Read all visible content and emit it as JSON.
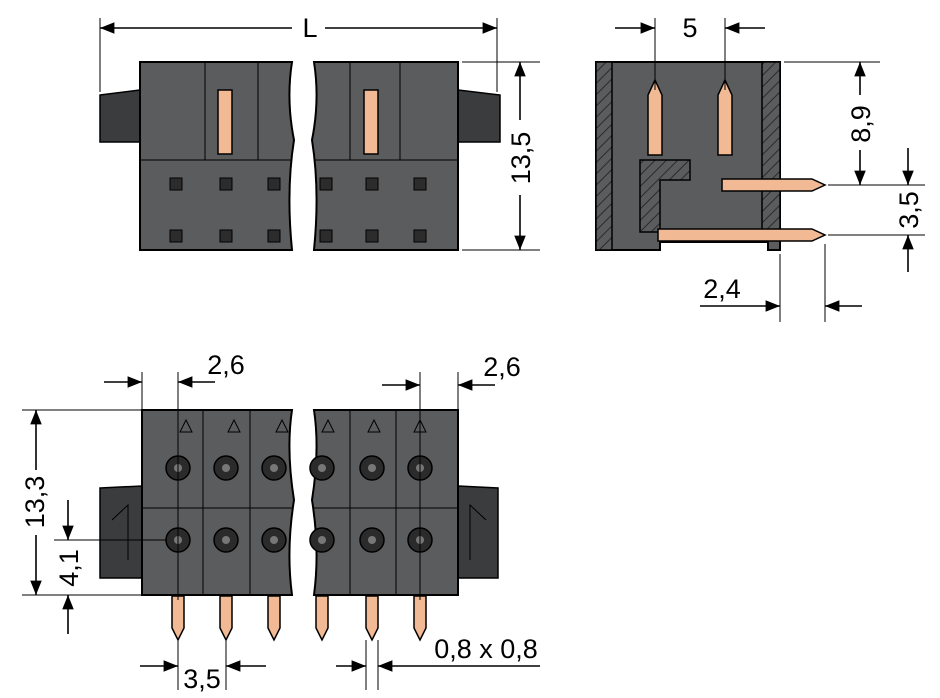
{
  "dimensions": {
    "length": "L",
    "height_front": "13,5",
    "pitch_side": "5",
    "height_pin": "8,9",
    "row_spacing": "3,5",
    "offset_side": "2,4",
    "flange_left": "2,6",
    "flange_right": "2,6",
    "height_bottom": "13,3",
    "pin_length": "4,1",
    "pitch_bottom": "3,5",
    "pin_size": "0,8 x 0,8"
  },
  "colors": {
    "housing": "#5b5c5e",
    "pin": "#f2b995"
  }
}
